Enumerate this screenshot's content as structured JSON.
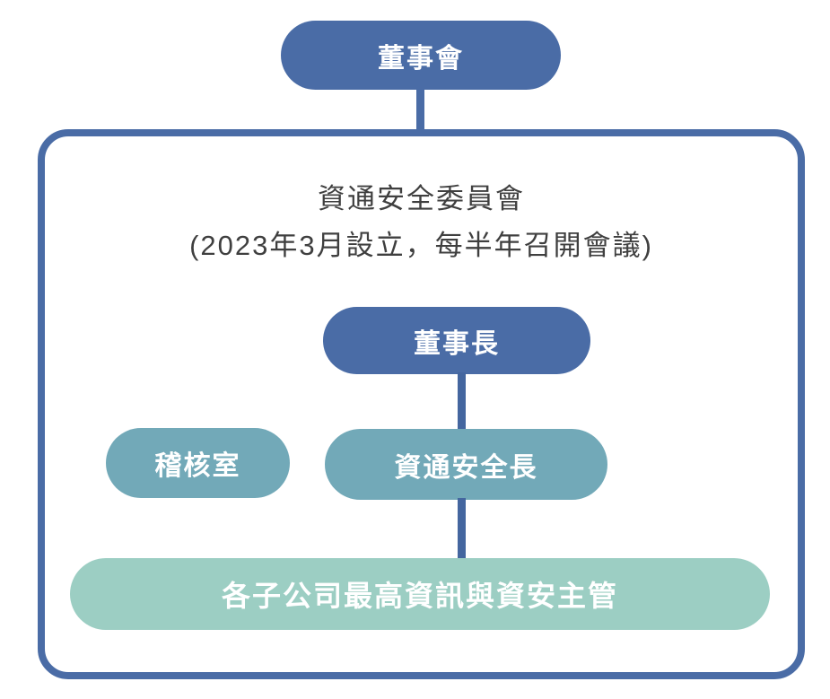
{
  "diagram": {
    "type": "org-chart",
    "committee": {
      "title_line1": "資通安全委員會",
      "title_line2": "(2023年3月設立，每半年召開會議)"
    },
    "nodes": {
      "board": {
        "label": "董事會"
      },
      "chairman": {
        "label": "董事長"
      },
      "audit_office": {
        "label": "稽核室"
      },
      "ciso": {
        "label": "資通安全長"
      },
      "subsidiaries": {
        "label": "各子公司最高資訊與資安主管"
      }
    },
    "edges": [
      {
        "from": "board",
        "to": "committee"
      },
      {
        "from": "chairman",
        "to": "ciso"
      },
      {
        "from": "ciso",
        "to": "subsidiaries"
      }
    ],
    "colors": {
      "primary_blue": "#4a6ca6",
      "teal": "#72a9b8",
      "light_teal": "#9ccec3",
      "connector": "#44669f",
      "border": "#4a6ca6",
      "title_text": "#3f3f3f",
      "node_text": "#ffffff"
    }
  }
}
